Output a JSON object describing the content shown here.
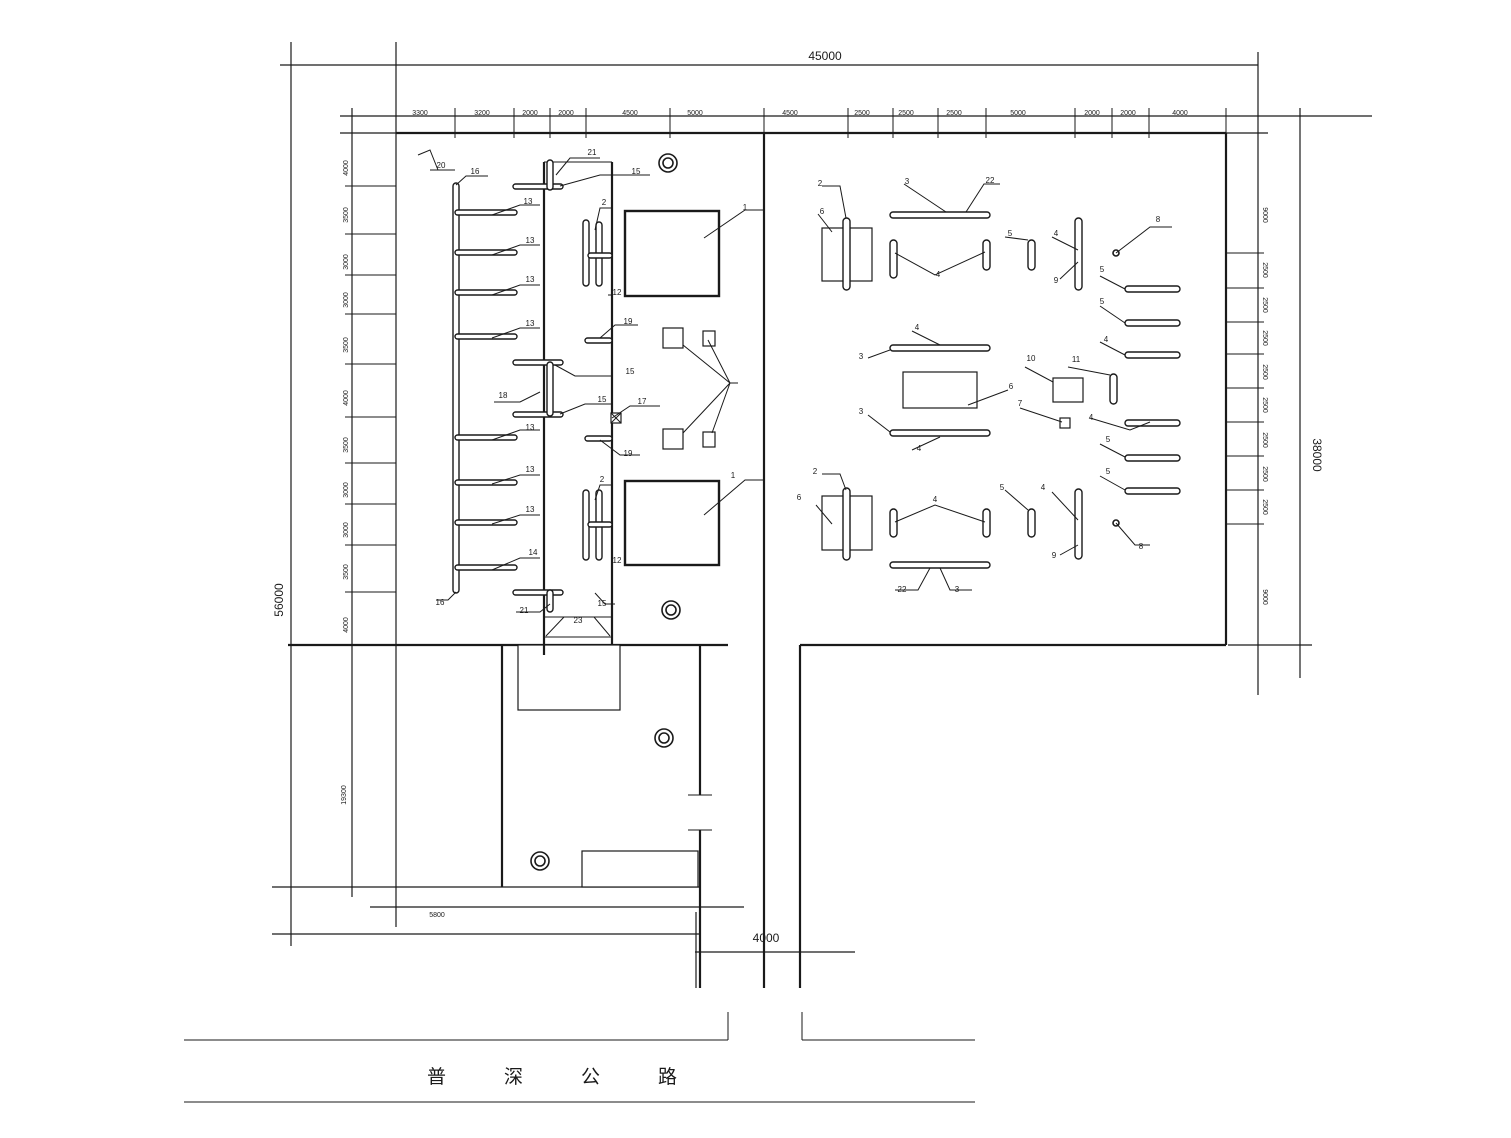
{
  "overall": {
    "width_label": "45000",
    "left_height_label": "56000",
    "right_height_label": "38000",
    "gate_width_label": "4000",
    "left_lower_label": "5800",
    "left_lower_height_label": "19300",
    "road_name": "普 深 公 路"
  },
  "top_dims": [
    {
      "label": "3300"
    },
    {
      "label": "3200"
    },
    {
      "label": "2000"
    },
    {
      "label": "2000"
    },
    {
      "label": "4500"
    },
    {
      "label": "5000"
    },
    {
      "label": "4500"
    },
    {
      "label": "2500"
    },
    {
      "label": "2500"
    },
    {
      "label": "2500"
    },
    {
      "label": "5000"
    },
    {
      "label": "2000"
    },
    {
      "label": "2000"
    },
    {
      "label": "4000"
    }
  ],
  "left_dims": [
    {
      "label": "4000"
    },
    {
      "label": "3500"
    },
    {
      "label": "3000"
    },
    {
      "label": "3000"
    },
    {
      "label": "3500"
    },
    {
      "label": "4000"
    },
    {
      "label": "3500"
    },
    {
      "label": "3000"
    },
    {
      "label": "3000"
    },
    {
      "label": "3500"
    },
    {
      "label": "4000"
    }
  ],
  "right_dims": [
    {
      "label": "9000"
    },
    {
      "label": "2500"
    },
    {
      "label": "2500"
    },
    {
      "label": "2500"
    },
    {
      "label": "2500"
    },
    {
      "label": "2500"
    },
    {
      "label": "2500"
    },
    {
      "label": "2500"
    },
    {
      "label": "2500"
    },
    {
      "label": "9000"
    }
  ],
  "labels": [
    "20",
    "16",
    "21",
    "15",
    "2",
    "1",
    "13",
    "13",
    "13",
    "13",
    "12",
    "19",
    "17",
    "15",
    "18",
    "15",
    "13",
    "19",
    "13",
    "13",
    "2",
    "1",
    "12",
    "14",
    "16",
    "21",
    "23",
    "15",
    "2",
    "3",
    "22",
    "6",
    "4",
    "5",
    "4",
    "9",
    "8",
    "5",
    "5",
    "4",
    "3",
    "4",
    "10",
    "11",
    "6",
    "7",
    "3",
    "4",
    "4",
    "5",
    "5",
    "2",
    "6",
    "4",
    "5",
    "4",
    "9",
    "8",
    "22",
    "3"
  ]
}
